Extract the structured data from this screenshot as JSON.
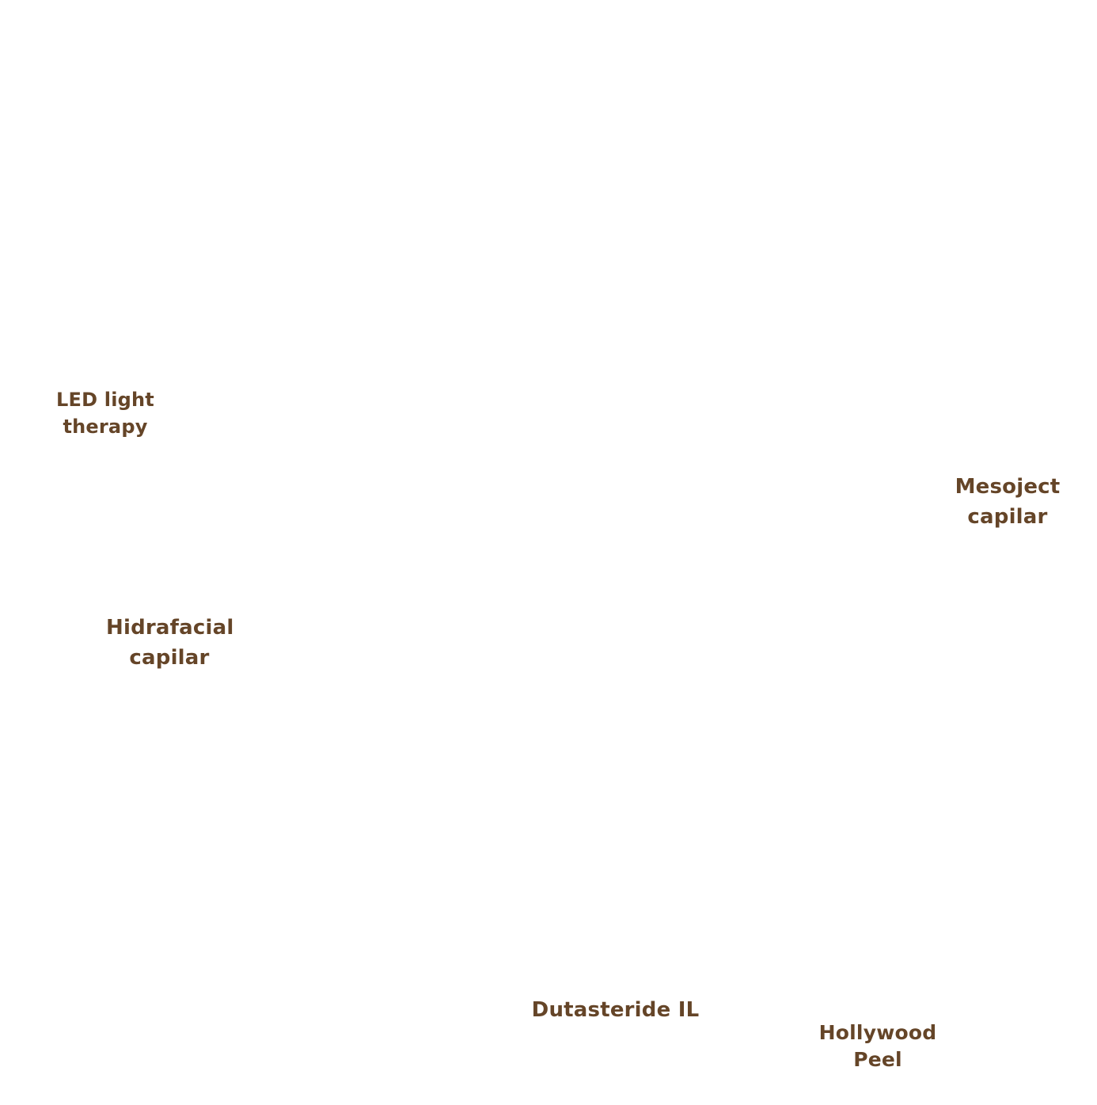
{
  "labels": {
    "led": {
      "line1": "LED light",
      "line2": "therapy"
    },
    "mesoject": {
      "line1": "Mesoject",
      "line2": "capilar"
    },
    "hidrafacial": {
      "line1": "Hidrafacial",
      "line2": "capilar"
    },
    "dutasteride": {
      "line1": "Dutasteride IL"
    },
    "hollywood": {
      "line1": "Hollywood",
      "line2": "Peel"
    }
  },
  "colors": {
    "text": "#654528",
    "background": "#ffffff"
  }
}
